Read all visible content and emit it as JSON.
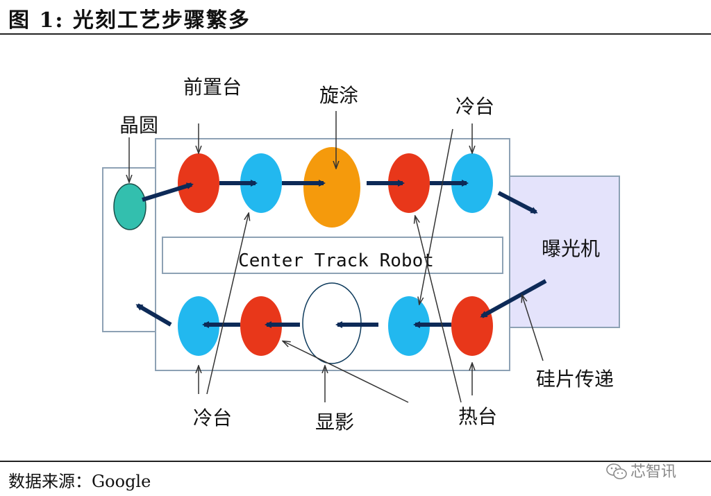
{
  "figure": {
    "title": "图  1:    光刻工艺步骤繁多",
    "source": "数据来源：Google"
  },
  "diagram": {
    "center_label": "Center Track Robot",
    "labels": {
      "wafer": "晶圆",
      "pre_stage": "前置台",
      "spin_coat": "旋涂",
      "cool_top": "冷台",
      "exposure": "曝光机",
      "wafer_transfer": "硅片传递",
      "cool_bottom": "冷台",
      "develop": "显影",
      "hot_plate": "热台"
    },
    "colors": {
      "red": "#e8371a",
      "cyan": "#22b8ef",
      "orange": "#f59a0c",
      "teal": "#33bfae",
      "arrow": "#0d2a57",
      "exposure_fill": "#e4e3fb",
      "frame": "#8da1b4"
    }
  },
  "watermark": {
    "text": "芯智讯",
    "icon": "wechat-icon"
  }
}
